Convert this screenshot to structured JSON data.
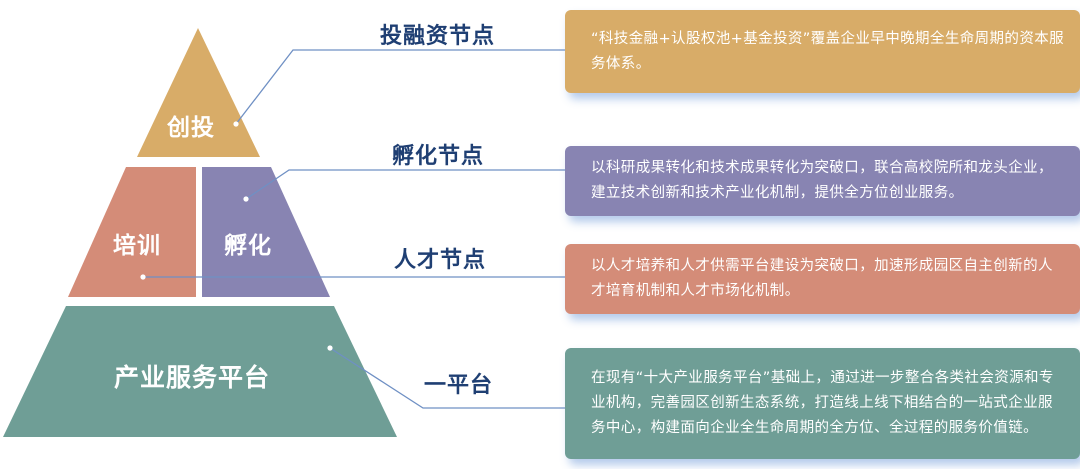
{
  "pyramid": {
    "top": {
      "label": "创投",
      "color": "#d8ac68"
    },
    "middle_left": {
      "label": "培训",
      "color": "#d48c78"
    },
    "middle_right": {
      "label": "孵化",
      "color": "#8884b2"
    },
    "base": {
      "label": "产业服务平台",
      "color": "#6f9e96"
    }
  },
  "nodes": [
    {
      "title": "投融资节点",
      "description": "“科技金融+认股权池+基金投资”覆盖企业早中晚期全生命周期的资本服务体系。",
      "color": "#d8ac68"
    },
    {
      "title": "孵化节点",
      "description": "以科研成果转化和技术成果转化为突破口，联合高校院所和龙头企业，建立技术创新和技术产业化机制，提供全方位创业服务。",
      "color": "#8884b2"
    },
    {
      "title": "人才节点",
      "description": "以人才培养和人才供需平台建设为突破口，加速形成园区自主创新的人才培育机制和人才市场化机制。",
      "color": "#d48c78"
    },
    {
      "title": "一平台",
      "description": "在现有“十大产业服务平台”基础上，通过进一步整合各类社会资源和专业机构，完善园区创新生态系统，打造线上线下相结合的一站式企业服务中心，构建面向企业全生命周期的全方位、全过程的服务价值链。",
      "color": "#6f9e96"
    }
  ],
  "colors": {
    "title_text": "#1f3f73",
    "connector_line": "#6f90c4"
  }
}
